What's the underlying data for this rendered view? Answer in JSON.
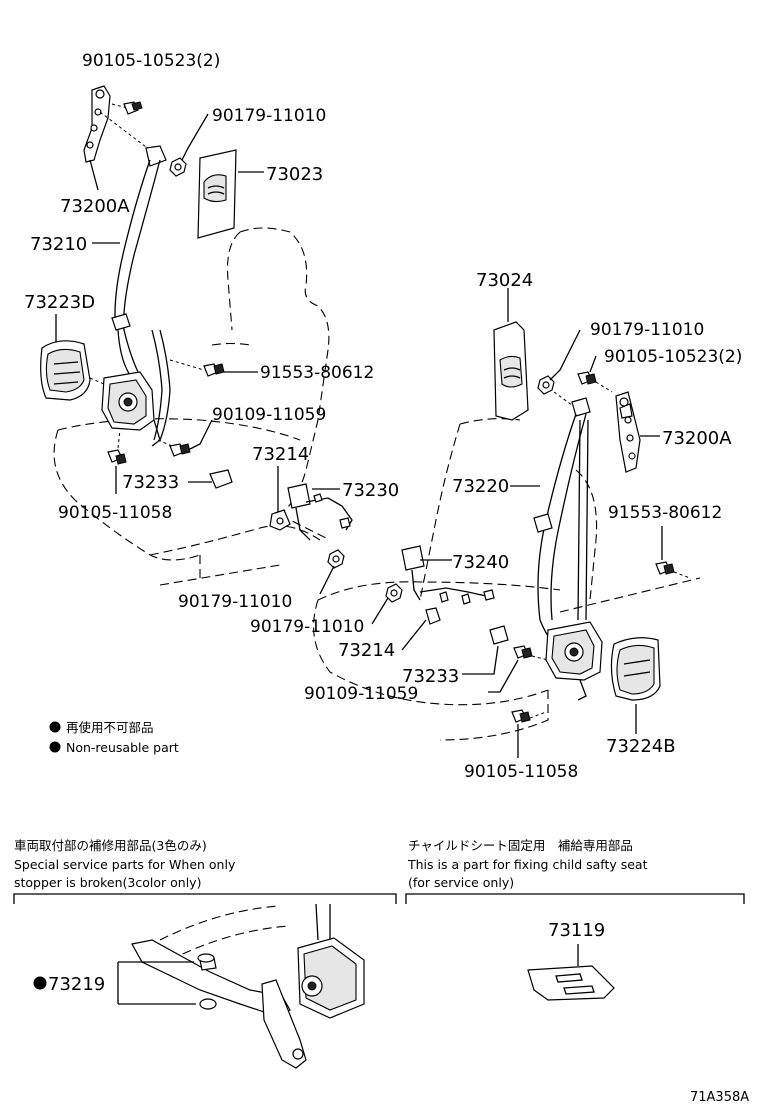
{
  "callouts": {
    "bolt_top_left": "90105-10523(2)",
    "nut_top_left": "90179-11010",
    "cover_73023": "73023",
    "anchor_73200A_left": "73200A",
    "belt_73210": "73210",
    "cover_73223D": "73223D",
    "bolt_91553_left": "91553-80612",
    "bolt_90109_left": "90109-11059",
    "buckle_73214_left": "73214",
    "cap_73233_left": "73233",
    "buckle_73230": "73230",
    "bolt_90105_11058_left": "90105-11058",
    "nut_90179_left_lower": "90179-11010",
    "cover_73024": "73024",
    "nut_top_right": "90179-11010",
    "bolt_top_right": "90105-10523(2)",
    "anchor_73200A_right": "73200A",
    "belt_73220": "73220",
    "bolt_91553_right": "91553-80612",
    "buckle_73240": "73240",
    "nut_90179_right_lower": "90179-11010",
    "buckle_73214_right": "73214",
    "cap_73233_right": "73233",
    "bolt_90109_right": "90109-11059",
    "cover_73224B": "73224B",
    "bolt_90105_11058_right": "90105-11058",
    "part_73219": "73219",
    "part_73119": "73119",
    "diagram_code": "71A358A"
  },
  "legend": {
    "jp": "再使用不可部品",
    "en": "Non-reusable part"
  },
  "bottom_left_section": {
    "jp": "車両取付部の補修用部品(3色のみ)",
    "en_line1": "Special service parts for When only",
    "en_line2": "stopper is broken(3color only)"
  },
  "bottom_right_section": {
    "jp": "チャイルドシート固定用　補給専用部品",
    "en_line1": "This is a part for fixing child safty seat",
    "en_line2": "(for service only)"
  }
}
